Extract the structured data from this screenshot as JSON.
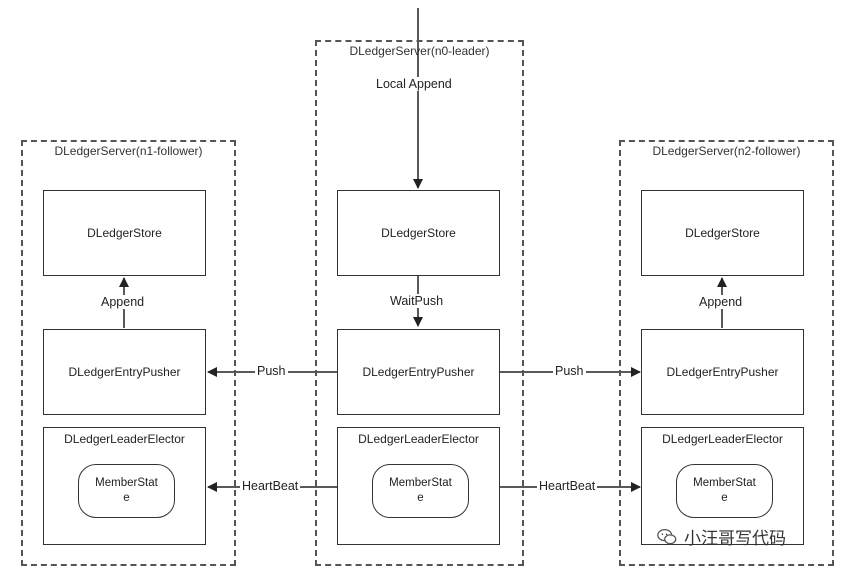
{
  "servers": {
    "n0": {
      "title": "DLedgerServer(n0-leader)",
      "store": "DLedgerStore",
      "pusher": "DLedgerEntryPusher",
      "elector": "DLedgerLeaderElector",
      "member_state": "MemberStat\ne"
    },
    "n1": {
      "title": "DLedgerServer(n1-follower)",
      "store": "DLedgerStore",
      "pusher": "DLedgerEntryPusher",
      "elector": "DLedgerLeaderElector",
      "member_state": "MemberStat\ne"
    },
    "n2": {
      "title": "DLedgerServer(n2-follower)",
      "store": "DLedgerStore",
      "pusher": "DLedgerEntryPusher",
      "elector": "DLedgerLeaderElector",
      "member_state": "MemberStat\ne"
    }
  },
  "edges": {
    "local_append": "Local Append",
    "wait_push": "WaitPush",
    "append_left": "Append",
    "append_right": "Append",
    "push_left": "Push",
    "push_right": "Push",
    "heartbeat_left": "HeartBeat",
    "heartbeat_right": "HeartBeat"
  },
  "watermark": {
    "text": "小汪哥写代码",
    "icon": "wechat-icon"
  }
}
